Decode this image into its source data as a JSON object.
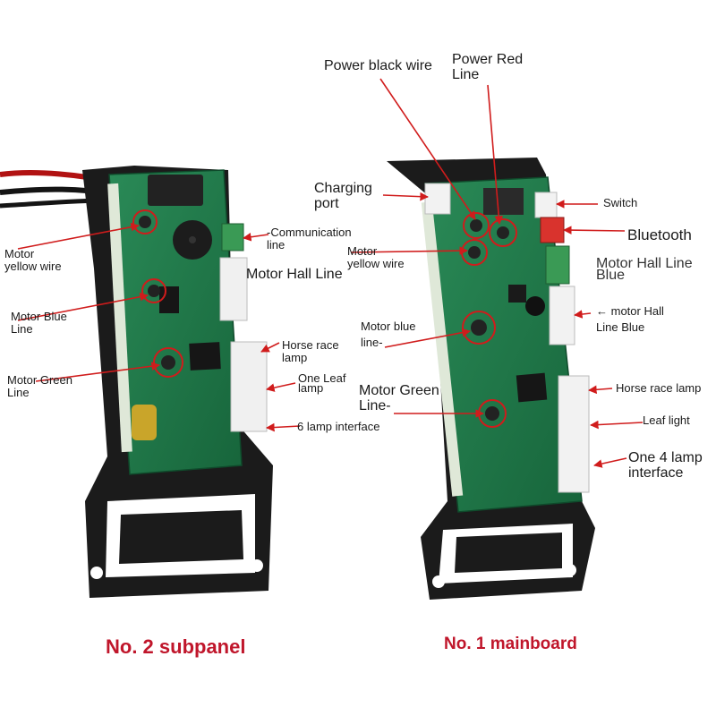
{
  "labels": {
    "sub_motor_yellow": [
      "Motor",
      "yellow wire"
    ],
    "sub_motor_blue": [
      "Motor Blue",
      "Line"
    ],
    "sub_motor_green": [
      "Motor Green",
      "Line"
    ],
    "sub_communication": [
      "-Communication",
      "line"
    ],
    "sub_motor_hall": "Motor Hall Line",
    "sub_horse_race": [
      "Horse race",
      "lamp"
    ],
    "sub_one_leaf": [
      "One Leaf",
      "lamp"
    ],
    "sub_six_lamp": "6 lamp interface",
    "main_power_black": "Power black wire",
    "main_power_red": [
      "Power Red",
      "Line"
    ],
    "main_charging": [
      "Charging",
      "port"
    ],
    "main_switch": "Switch",
    "main_bluetooth": "Bluetooth",
    "main_motor_yellow": [
      "Motor",
      "yellow wire"
    ],
    "main_motor_hall_blue": [
      "Motor Hall Line",
      "Blue"
    ],
    "main_motor_hall_line_blue": [
      "← motor Hall",
      "Line Blue"
    ],
    "main_motor_blue": [
      "Motor blue",
      "line-"
    ],
    "main_motor_green": [
      "Motor Green",
      "Line-"
    ],
    "main_horse_race": "Horse race lamp",
    "main_leaf_light": "Leaf light",
    "main_four_lamp": [
      "One 4 lamp",
      "interface"
    ]
  },
  "captions": {
    "subpanel": "No. 2 subpanel",
    "mainboard": "No. 1 mainboard"
  },
  "colors": {
    "pcb_green": "#1f7a4a",
    "bracket_black": "#1b1b1b",
    "arrow_red": "#d01c1c",
    "caption_red": "#c0162b"
  }
}
